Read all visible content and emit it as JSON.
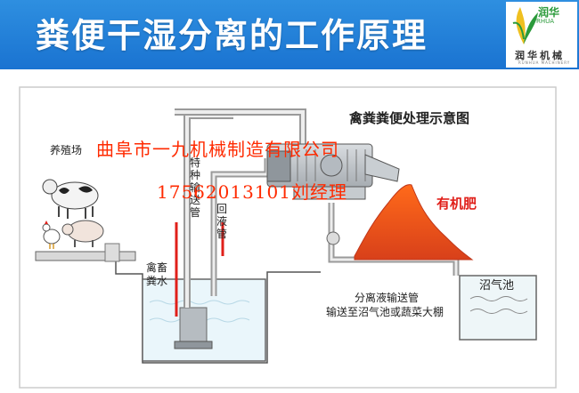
{
  "header": {
    "title": "粪便干湿分离的工作原理",
    "logo_brand": "润华",
    "logo_sub": "RHUA",
    "logo_name": "润华机械",
    "logo_tag": "RUNHUA MACHINERY"
  },
  "diagram": {
    "heading": "禽粪粪便处理示意图",
    "farm_label": "养殖场",
    "pump_pipe_label": "特种输送管",
    "return_pipe_label": "回液管",
    "livestock_water_label": "禽畜粪水",
    "fertilizer_label": "有机肥",
    "biogas_label": "沼气池",
    "sep_pipe_label": "分离液输送管",
    "sep_pipe_desc": "输送至沼气池或蔬菜大棚"
  },
  "watermark": {
    "company": "曲阜市一九机械制造有限公司",
    "phone": "17562013101刘经理"
  },
  "colors": {
    "banner": "#1a73d1",
    "accent_red": "#e0201a",
    "fertilizer": "#e8531c",
    "watermark": "#ff2a00",
    "pipe": "#9a9a9a",
    "water": "#eaf6fb"
  }
}
